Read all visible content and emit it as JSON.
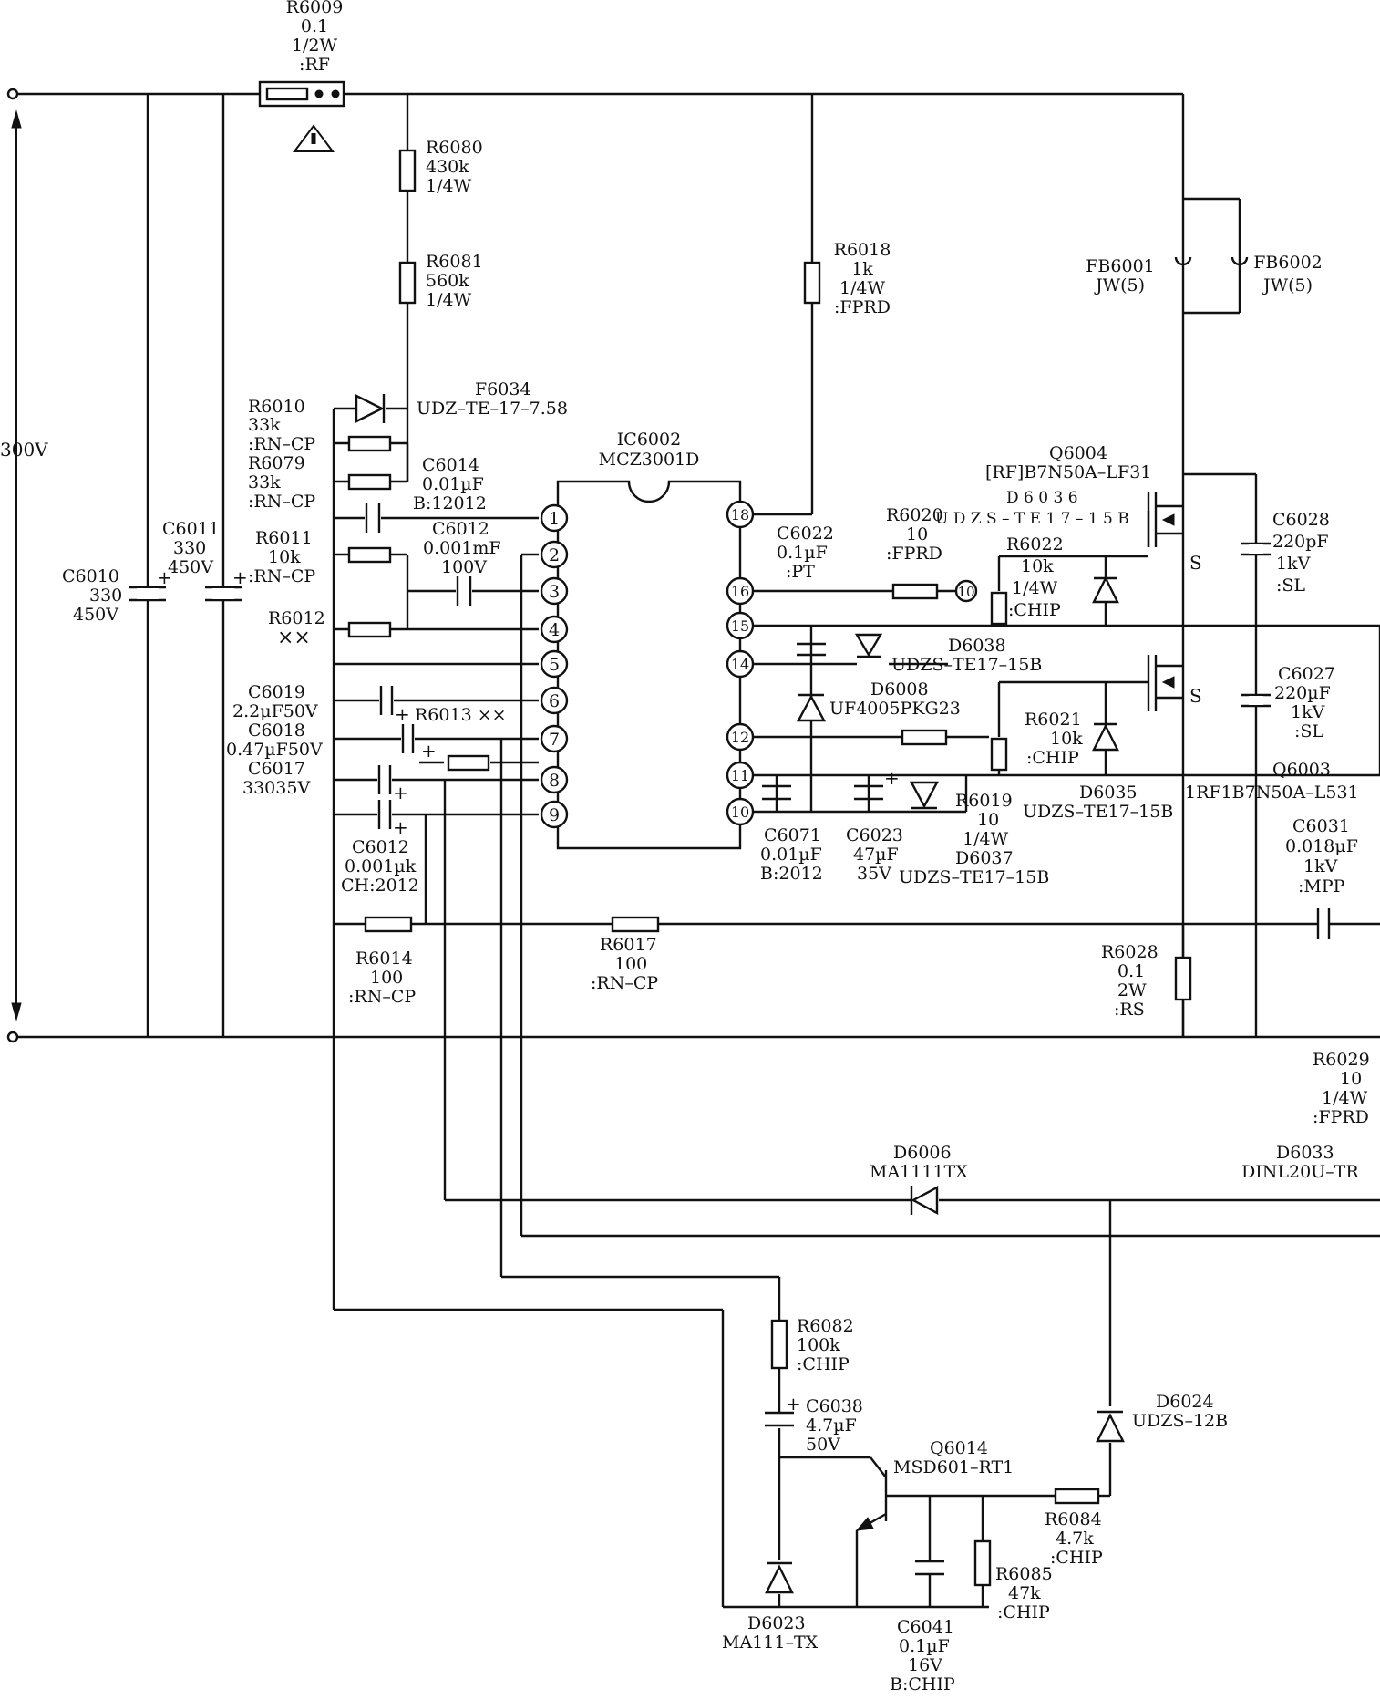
{
  "labels": {
    "R6009": [
      "R6009",
      "0.1",
      "1/2W",
      ":RF"
    ],
    "R6080": [
      "R6080",
      "430k",
      "1/4W"
    ],
    "R6081": [
      "R6081",
      "560k",
      "1/4W"
    ],
    "R6018": [
      "R6018",
      "1k",
      "1/4W",
      ":FPRD"
    ],
    "FB6001": [
      "FB6001",
      "JW(5)"
    ],
    "FB6002": [
      "FB6002",
      "JW(5)"
    ],
    "F6034": [
      "F6034",
      "UDZ–TE–17–7.58"
    ],
    "R6010": [
      "R6010",
      "33k",
      ":RN–CP"
    ],
    "R6079": [
      "R6079",
      "33k",
      ":RN–CP"
    ],
    "C6014": [
      "C6014",
      "0.01µF",
      "B:12012"
    ],
    "IC6002": [
      "IC6002",
      "MCZ3001D"
    ],
    "Q6004": [
      "Q6004",
      "[RF]B7N50A–LF31"
    ],
    "D6036": [
      "D 6 0 3 6",
      "U D Z S – T E 1 7 – 1 5 B"
    ],
    "R6020": [
      "R6020",
      "10",
      ":FPRD"
    ],
    "R6022": [
      "R6022",
      "10k",
      "1/4W",
      ":CHIP"
    ],
    "C6028": [
      "C6028",
      "220pF",
      "1kV",
      ":SL"
    ],
    "V300": [
      "300V"
    ],
    "C6011": [
      "C6011",
      "330",
      "450V"
    ],
    "R6011": [
      "R6011",
      "10k",
      ":RN–CP"
    ],
    "C6012a": [
      "C6012",
      "0.001mF",
      "100V"
    ],
    "C6022": [
      "C6022",
      "0.1µF",
      ":PT"
    ],
    "C6010": [
      "C6010",
      "330",
      "450V"
    ],
    "R6012": [
      "R6012",
      "××"
    ],
    "D6038": [
      "D6038",
      "UDZS–TE17–15B"
    ],
    "C6019": [
      "C6019",
      "2.2µF50V"
    ],
    "C6018": [
      "C6018",
      "0.47µF50V"
    ],
    "C6017": [
      "C6017",
      "33035V"
    ],
    "R6013": [
      "R6013 ××"
    ],
    "D6008": [
      "D6008",
      "UF4005PKG23"
    ],
    "C6027": [
      "C6027",
      "220µF",
      "1kV",
      ":SL"
    ],
    "R6021": [
      "R6021",
      "10k",
      ":CHIP"
    ],
    "Q6003": [
      "Q6003",
      "1RF1B7N50A–L531"
    ],
    "D6035": [
      "D6035",
      "UDZS–TE17–15B"
    ],
    "R6019": [
      "R6019",
      "10",
      "1/4W"
    ],
    "D6037": [
      "D6037",
      "UDZS–TE17–15B"
    ],
    "C6071": [
      "C6071",
      "0.01µF",
      "B:2012"
    ],
    "C6023": [
      "C6023",
      "47µF",
      "35V"
    ],
    "C6031": [
      "C6031",
      "0.018µF",
      "1kV",
      ":MPP"
    ],
    "C6012b": [
      "C6012",
      "0.001µk",
      "CH:2012"
    ],
    "R6017": [
      "R6017",
      "100",
      ":RN–CP"
    ],
    "R6014": [
      "R6014",
      "100",
      ":RN–CP"
    ],
    "R6028": [
      "R6028",
      "0.1",
      "2W",
      ":RS"
    ],
    "R6029": [
      "R6029",
      "10",
      "1/4W",
      ":FPRD"
    ],
    "D6006": [
      "D6006",
      "MA1111TX"
    ],
    "D6033": [
      "D6033",
      "DINL20U–TR"
    ],
    "R6082": [
      "R6082",
      "100k",
      ":CHIP"
    ],
    "C6038": [
      "C6038",
      "4.7µF",
      "50V"
    ],
    "Q6014": [
      "Q6014",
      "MSD601–RT1"
    ],
    "D6024": [
      "D6024",
      "UDZS–12B"
    ],
    "R6084": [
      "R6084",
      "4.7k",
      ":CHIP"
    ],
    "R6085": [
      "R6085",
      "47k",
      ":CHIP"
    ],
    "D6023": [
      "D6023",
      "MA111–TX"
    ],
    "C6041": [
      "C6041",
      "0.1µF",
      "16V",
      "B:CHIP"
    ]
  },
  "misc": {
    "S_upper": "S",
    "S_lower": "S",
    "plus": "+"
  },
  "ic_pins": {
    "left": [
      "1",
      "2",
      "3",
      "4",
      "5",
      "6",
      "7",
      "8",
      "9"
    ],
    "right": [
      "18",
      "16",
      "15",
      "14",
      "12",
      "11",
      "10"
    ]
  }
}
